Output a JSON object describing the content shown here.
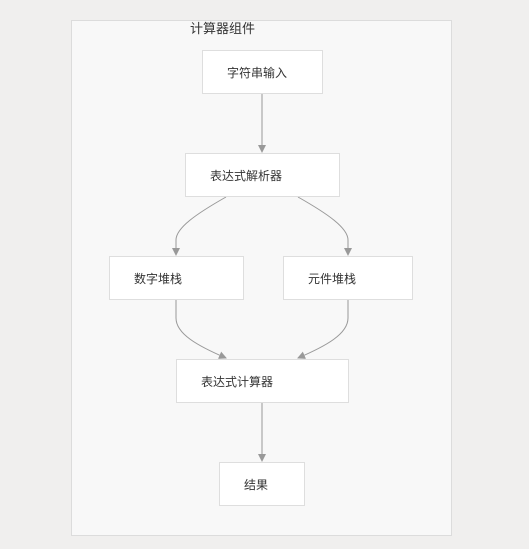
{
  "diagram": {
    "cluster": {
      "title": "计算器组件"
    },
    "nodes": {
      "input": "字符串输入",
      "parser": "表达式解析器",
      "number_stack": "数字堆栈",
      "element_stack": "元件堆栈",
      "calculator": "表达式计算器",
      "result": "结果"
    },
    "edges": [
      {
        "from": "input",
        "to": "parser"
      },
      {
        "from": "parser",
        "to": "number_stack"
      },
      {
        "from": "parser",
        "to": "element_stack"
      },
      {
        "from": "number_stack",
        "to": "calculator"
      },
      {
        "from": "element_stack",
        "to": "calculator"
      },
      {
        "from": "calculator",
        "to": "result"
      }
    ],
    "colors": {
      "edge": "#999999",
      "node_border": "#dedede",
      "cluster_bg": "#f8f8f8"
    }
  }
}
